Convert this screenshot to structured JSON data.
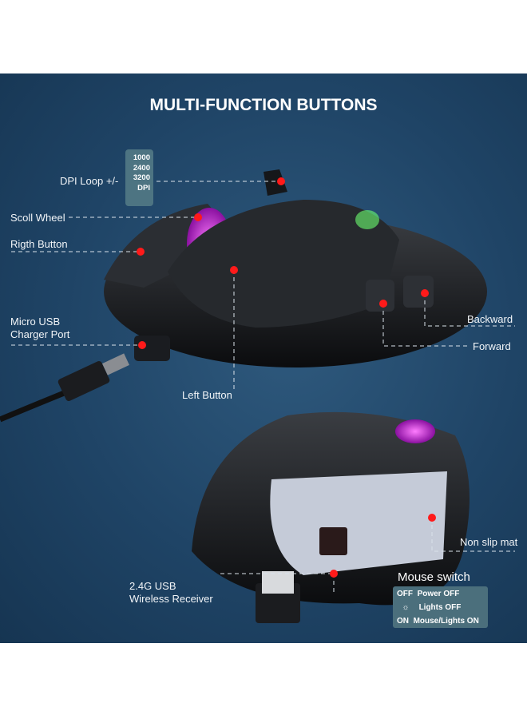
{
  "title": "MULTI-FUNCTION BUTTONS",
  "labels": {
    "dpi_loop": "DPI Loop +/-",
    "scroll_wheel": "Scoll Wheel",
    "right_button": "Rigth Button",
    "micro_usb_1": "Micro USB",
    "micro_usb_2": "Charger Port",
    "left_button": "Left Button",
    "backward": "Backward",
    "forward": "Forward",
    "non_slip_mat": "Non slip mat",
    "receiver_1": "2.4G USB",
    "receiver_2": "Wireless Receiver"
  },
  "dpi_values": [
    "1000",
    "2400",
    "3200",
    "DPI"
  ],
  "mouse_switch": {
    "title": "Mouse switch",
    "rows": [
      {
        "key": "OFF",
        "desc": "Power OFF"
      },
      {
        "key": "sun-off-icon",
        "desc": "Lights OFF"
      },
      {
        "key": "ON",
        "desc": "Mouse/Lights ON"
      }
    ]
  },
  "colors": {
    "background": "#1f4466",
    "marker": "#ff1a1a",
    "glow": "#e040ff"
  }
}
